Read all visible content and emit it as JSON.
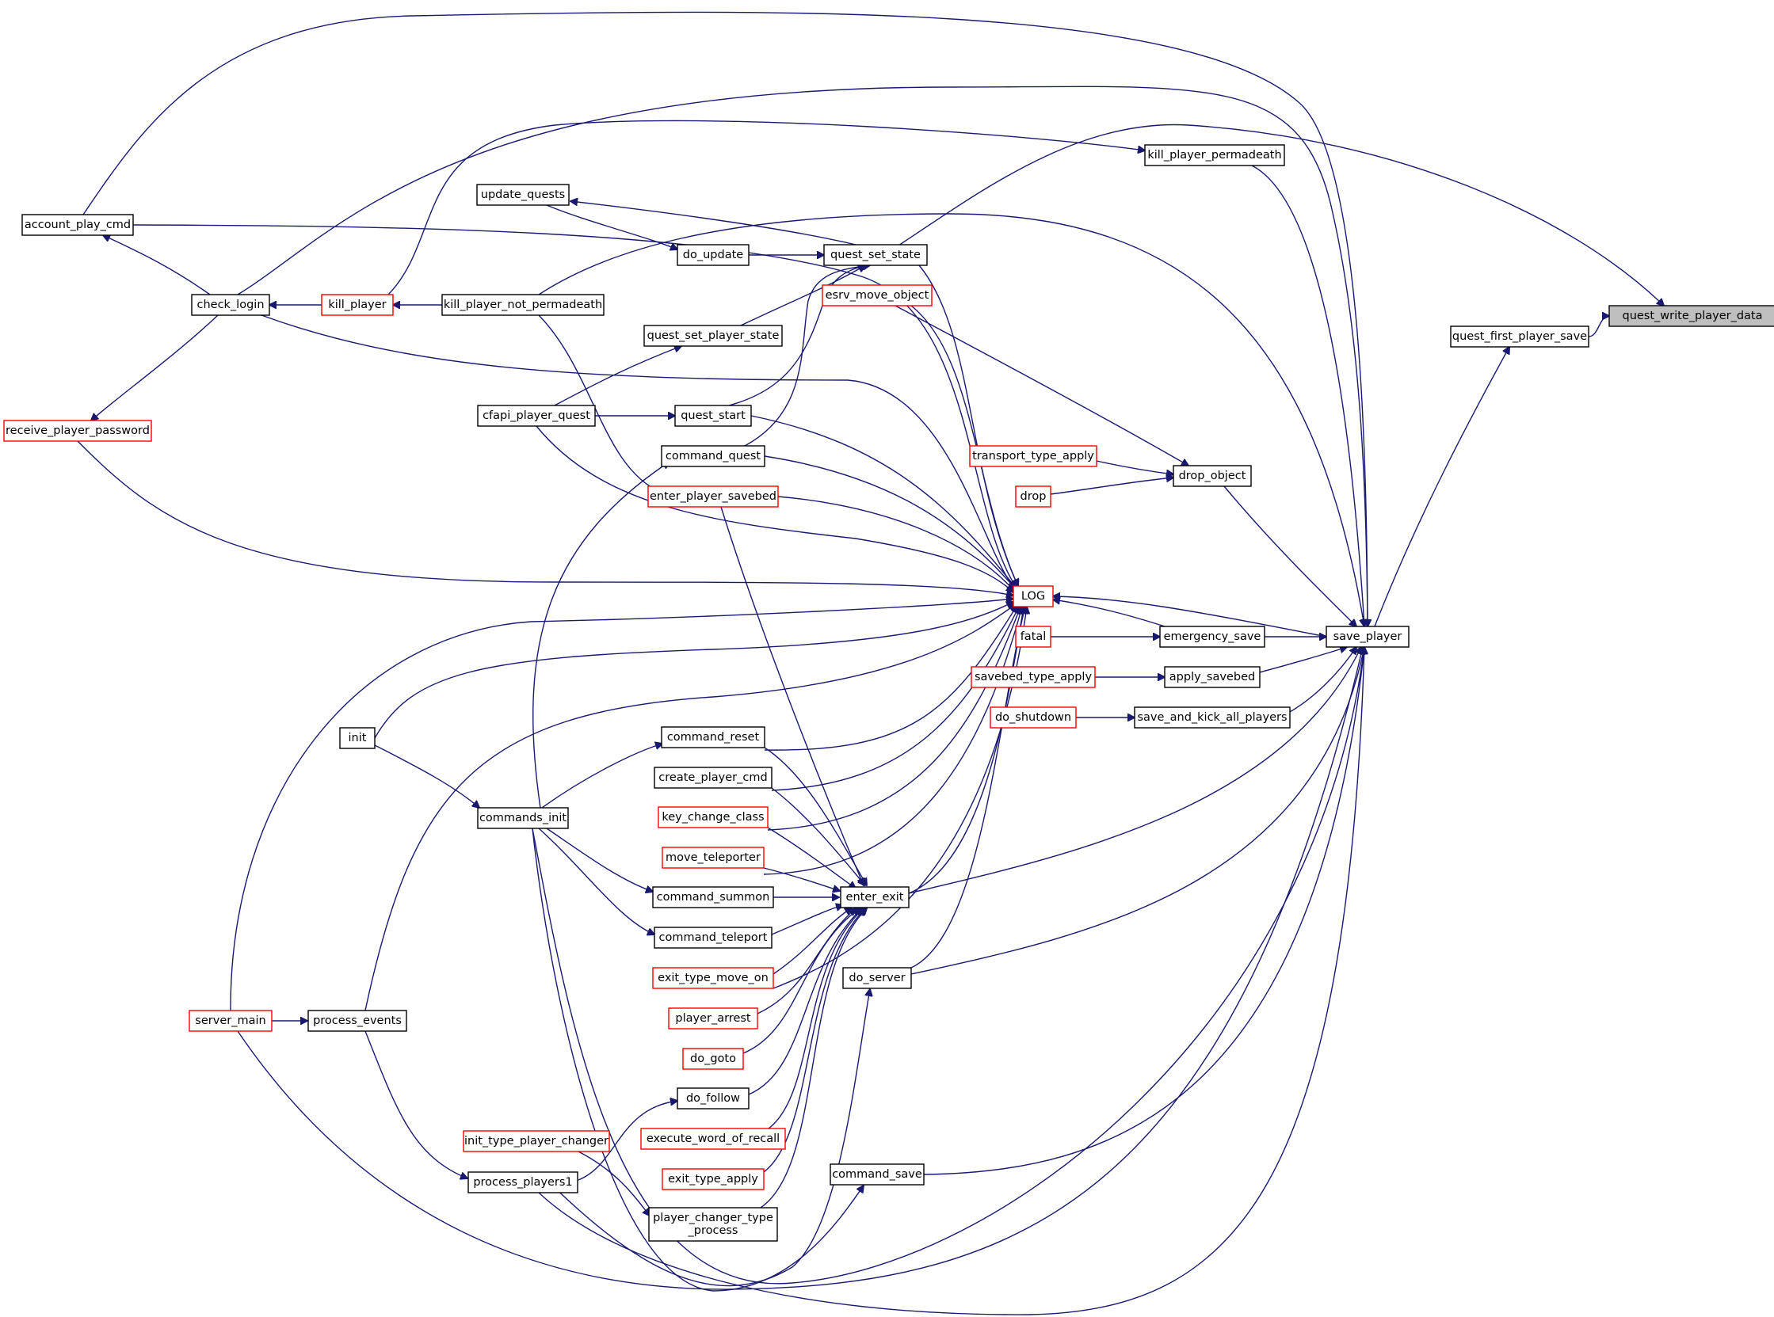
{
  "graph": {
    "root": "quest_write_player_data",
    "nodes": [
      {
        "id": "quest_write_player_data",
        "label": "quest_write_player_data",
        "style": "root"
      },
      {
        "id": "quest_first_player_save",
        "label": "quest_first_player_save",
        "style": "black"
      },
      {
        "id": "save_player",
        "label": "save_player",
        "style": "black"
      },
      {
        "id": "kill_player_permadeath",
        "label": "kill_player_permadeath",
        "style": "black"
      },
      {
        "id": "drop_object",
        "label": "drop_object",
        "style": "black"
      },
      {
        "id": "emergency_save",
        "label": "emergency_save",
        "style": "black"
      },
      {
        "id": "apply_savebed",
        "label": "apply_savebed",
        "style": "black"
      },
      {
        "id": "save_and_kick_all_players",
        "label": "save_and_kick_all_players",
        "style": "black"
      },
      {
        "id": "LOG",
        "label": "LOG",
        "style": "red"
      },
      {
        "id": "fatal",
        "label": "fatal",
        "style": "red"
      },
      {
        "id": "savebed_type_apply",
        "label": "savebed_type_apply",
        "style": "red"
      },
      {
        "id": "do_shutdown",
        "label": "do_shutdown",
        "style": "red"
      },
      {
        "id": "transport_type_apply",
        "label": "transport_type_apply",
        "style": "red"
      },
      {
        "id": "drop",
        "label": "drop",
        "style": "red"
      },
      {
        "id": "esrv_move_object",
        "label": "esrv_move_object",
        "style": "red"
      },
      {
        "id": "quest_set_state",
        "label": "quest_set_state",
        "style": "black"
      },
      {
        "id": "do_update",
        "label": "do_update",
        "style": "black"
      },
      {
        "id": "update_quests",
        "label": "update_quests",
        "style": "black"
      },
      {
        "id": "quest_set_player_state",
        "label": "quest_set_player_state",
        "style": "black"
      },
      {
        "id": "quest_start",
        "label": "quest_start",
        "style": "black"
      },
      {
        "id": "command_quest",
        "label": "command_quest",
        "style": "black"
      },
      {
        "id": "enter_player_savebed",
        "label": "enter_player_savebed",
        "style": "red"
      },
      {
        "id": "cfapi_player_quest",
        "label": "cfapi_player_quest",
        "style": "black"
      },
      {
        "id": "kill_player_not_permadeath",
        "label": "kill_player_not_permadeath",
        "style": "black"
      },
      {
        "id": "kill_player",
        "label": "kill_player",
        "style": "red"
      },
      {
        "id": "check_login",
        "label": "check_login",
        "style": "black"
      },
      {
        "id": "account_play_cmd",
        "label": "account_play_cmd",
        "style": "black"
      },
      {
        "id": "receive_player_password",
        "label": "receive_player_password",
        "style": "red"
      },
      {
        "id": "enter_exit",
        "label": "enter_exit",
        "style": "black"
      },
      {
        "id": "do_server",
        "label": "do_server",
        "style": "black"
      },
      {
        "id": "command_save",
        "label": "command_save",
        "style": "black"
      },
      {
        "id": "command_reset",
        "label": "command_reset",
        "style": "black"
      },
      {
        "id": "create_player_cmd",
        "label": "create_player_cmd",
        "style": "black"
      },
      {
        "id": "key_change_class",
        "label": "key_change_class",
        "style": "red"
      },
      {
        "id": "move_teleporter",
        "label": "move_teleporter",
        "style": "red"
      },
      {
        "id": "command_summon",
        "label": "command_summon",
        "style": "black"
      },
      {
        "id": "command_teleport",
        "label": "command_teleport",
        "style": "black"
      },
      {
        "id": "exit_type_move_on",
        "label": "exit_type_move_on",
        "style": "red"
      },
      {
        "id": "player_arrest",
        "label": "player_arrest",
        "style": "red"
      },
      {
        "id": "do_goto",
        "label": "do_goto",
        "style": "red"
      },
      {
        "id": "do_follow",
        "label": "do_follow",
        "style": "black"
      },
      {
        "id": "execute_word_of_recall",
        "label": "execute_word_of_recall",
        "style": "red"
      },
      {
        "id": "exit_type_apply",
        "label": "exit_type_apply",
        "style": "red"
      },
      {
        "id": "player_changer_type_process",
        "label": "player_changer_type\n_process",
        "style": "black"
      },
      {
        "id": "init_type_player_changer",
        "label": "init_type_player_changer",
        "style": "red"
      },
      {
        "id": "process_players1",
        "label": "process_players1",
        "style": "black"
      },
      {
        "id": "commands_init",
        "label": "commands_init",
        "style": "black"
      },
      {
        "id": "init",
        "label": "init",
        "style": "black"
      },
      {
        "id": "process_events",
        "label": "process_events",
        "style": "black"
      },
      {
        "id": "server_main",
        "label": "server_main",
        "style": "red"
      }
    ],
    "edges": [
      [
        "quest_first_player_save",
        "quest_write_player_data"
      ],
      [
        "quest_set_state",
        "quest_write_player_data"
      ],
      [
        "save_player",
        "quest_first_player_save"
      ],
      [
        "kill_player_permadeath",
        "save_player"
      ],
      [
        "drop_object",
        "save_player"
      ],
      [
        "emergency_save",
        "save_player"
      ],
      [
        "apply_savebed",
        "save_player"
      ],
      [
        "save_and_kick_all_players",
        "save_player"
      ],
      [
        "enter_exit",
        "save_player"
      ],
      [
        "do_server",
        "save_player"
      ],
      [
        "command_save",
        "save_player"
      ],
      [
        "account_play_cmd",
        "save_player"
      ],
      [
        "check_login",
        "save_player"
      ],
      [
        "kill_player_not_permadeath",
        "save_player"
      ],
      [
        "server_main",
        "save_player"
      ],
      [
        "process_players1",
        "save_player"
      ],
      [
        "commands_init",
        "save_player"
      ],
      [
        "save_player",
        "LOG"
      ],
      [
        "emergency_save",
        "LOG"
      ],
      [
        "fatal",
        "emergency_save"
      ],
      [
        "savebed_type_apply",
        "apply_savebed"
      ],
      [
        "do_shutdown",
        "save_and_kick_all_players"
      ],
      [
        "transport_type_apply",
        "drop_object"
      ],
      [
        "drop",
        "drop_object"
      ],
      [
        "esrv_move_object",
        "drop_object"
      ],
      [
        "kill_player",
        "kill_player_permadeath"
      ],
      [
        "quest_set_state",
        "LOG"
      ],
      [
        "do_update",
        "quest_set_state"
      ],
      [
        "quest_set_state",
        "update_quests"
      ],
      [
        "update_quests",
        "do_update"
      ],
      [
        "quest_set_player_state",
        "quest_set_state"
      ],
      [
        "quest_start",
        "quest_set_state"
      ],
      [
        "command_quest",
        "quest_set_state"
      ],
      [
        "cfapi_player_quest",
        "quest_set_player_state"
      ],
      [
        "cfapi_player_quest",
        "quest_start"
      ],
      [
        "commands_init",
        "command_quest"
      ],
      [
        "kill_player_not_permadeath",
        "enter_player_savebed"
      ],
      [
        "kill_player_not_permadeath",
        "kill_player"
      ],
      [
        "kill_player",
        "check_login"
      ],
      [
        "check_login",
        "account_play_cmd"
      ],
      [
        "check_login",
        "receive_player_password"
      ],
      [
        "esrv_move_object",
        "LOG"
      ],
      [
        "quest_start",
        "LOG"
      ],
      [
        "command_quest",
        "LOG"
      ],
      [
        "enter_player_savebed",
        "LOG"
      ],
      [
        "cfapi_player_quest",
        "LOG"
      ],
      [
        "receive_player_password",
        "LOG"
      ],
      [
        "account_play_cmd",
        "LOG"
      ],
      [
        "check_login",
        "LOG"
      ],
      [
        "server_main",
        "LOG"
      ],
      [
        "init",
        "LOG"
      ],
      [
        "process_events",
        "LOG"
      ],
      [
        "command_reset",
        "LOG"
      ],
      [
        "create_player_cmd",
        "LOG"
      ],
      [
        "key_change_class",
        "LOG"
      ],
      [
        "move_teleporter",
        "LOG"
      ],
      [
        "enter_exit",
        "LOG"
      ],
      [
        "do_server",
        "LOG"
      ],
      [
        "exit_type_move_on",
        "LOG"
      ],
      [
        "enter_player_savebed",
        "enter_exit"
      ],
      [
        "command_reset",
        "enter_exit"
      ],
      [
        "create_player_cmd",
        "enter_exit"
      ],
      [
        "key_change_class",
        "enter_exit"
      ],
      [
        "move_teleporter",
        "enter_exit"
      ],
      [
        "command_summon",
        "enter_exit"
      ],
      [
        "command_teleport",
        "enter_exit"
      ],
      [
        "exit_type_move_on",
        "enter_exit"
      ],
      [
        "player_arrest",
        "enter_exit"
      ],
      [
        "do_goto",
        "enter_exit"
      ],
      [
        "do_follow",
        "enter_exit"
      ],
      [
        "execute_word_of_recall",
        "enter_exit"
      ],
      [
        "exit_type_apply",
        "enter_exit"
      ],
      [
        "player_changer_type_process",
        "enter_exit"
      ],
      [
        "process_players1",
        "do_server"
      ],
      [
        "commands_init",
        "command_save"
      ],
      [
        "init_type_player_changer",
        "player_changer_type_process"
      ],
      [
        "process_players1",
        "do_follow"
      ],
      [
        "process_events",
        "process_players1"
      ],
      [
        "server_main",
        "process_events"
      ],
      [
        "init",
        "commands_init"
      ],
      [
        "commands_init",
        "command_reset"
      ],
      [
        "commands_init",
        "command_summon"
      ],
      [
        "commands_init",
        "command_teleport"
      ]
    ]
  }
}
